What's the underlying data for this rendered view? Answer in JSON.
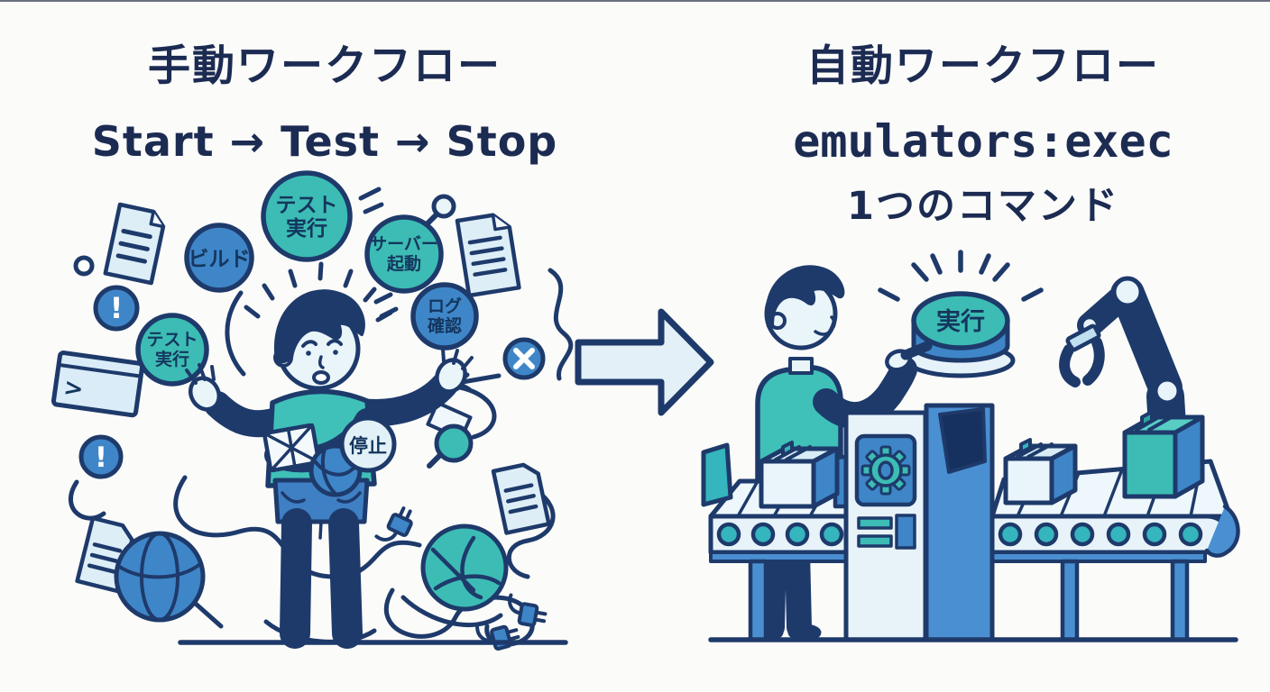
{
  "palette": {
    "background": "#fbfbf9",
    "outline_navy": "#1e3a6b",
    "title_navy": "#1c2b52",
    "teal": "#3cbcb4",
    "blue": "#3e86c8",
    "pillar_blue": "#4a8fd2",
    "light_blue": "#e8f3f9",
    "document_blue": "#ddeef7"
  },
  "left_panel": {
    "title": "手動ワークフロー",
    "subtitle": "Start → Test → Stop",
    "task_bubbles": [
      {
        "id": "test-run-top",
        "color": "teal",
        "lines": [
          "テスト",
          "実行"
        ]
      },
      {
        "id": "build",
        "color": "blue",
        "lines": [
          "ビルド"
        ]
      },
      {
        "id": "server-start",
        "color": "teal",
        "lines": [
          "サーバー",
          "起動"
        ]
      },
      {
        "id": "log-check",
        "color": "blue",
        "lines": [
          "ログ",
          "確認"
        ]
      },
      {
        "id": "test-run-left",
        "color": "teal",
        "lines": [
          "テスト",
          "実行"
        ]
      },
      {
        "id": "stop",
        "color": "light",
        "lines": [
          "停止"
        ]
      }
    ],
    "icons": {
      "terminal_prompt": ">",
      "alert_glyph": "!"
    }
  },
  "right_panel": {
    "title": "自動ワークフロー",
    "command": "emulators:exec",
    "subtitle": "1つのコマンド",
    "button_label": "実行"
  }
}
